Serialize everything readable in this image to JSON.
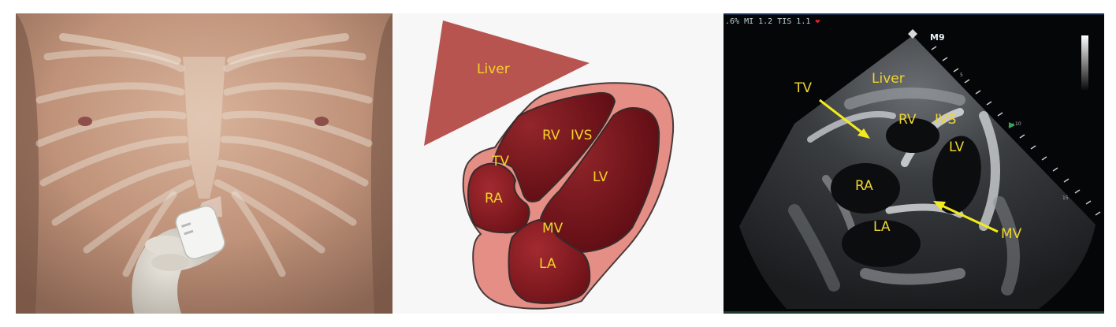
{
  "photo_panel": {},
  "diagram": {
    "labels": {
      "liver": "Liver",
      "rv": "RV",
      "ivs": "IVS",
      "tv": "TV",
      "lv": "LV",
      "ra": "RA",
      "mv": "MV",
      "la": "LA"
    },
    "colors": {
      "liver": "#b85450",
      "pericardium": "#e48e86",
      "chamber_dark": "#6e0f17",
      "chamber_mid": "#92262b",
      "label": "#f2d22a"
    }
  },
  "echo": {
    "header": ".6% MI 1.2 TIS 1.1",
    "probe_marker": "M9",
    "depth_marks": [
      "5",
      "10",
      "15"
    ],
    "labels": {
      "liver": "Liver",
      "tv": "TV",
      "rv": "RV",
      "ivs": "IVS",
      "lv": "LV",
      "ra": "RA",
      "la": "LA",
      "mv": "MV"
    },
    "colors": {
      "label": "#f0d430",
      "arrow": "#f2ea1e",
      "heart": "#e02020"
    }
  }
}
